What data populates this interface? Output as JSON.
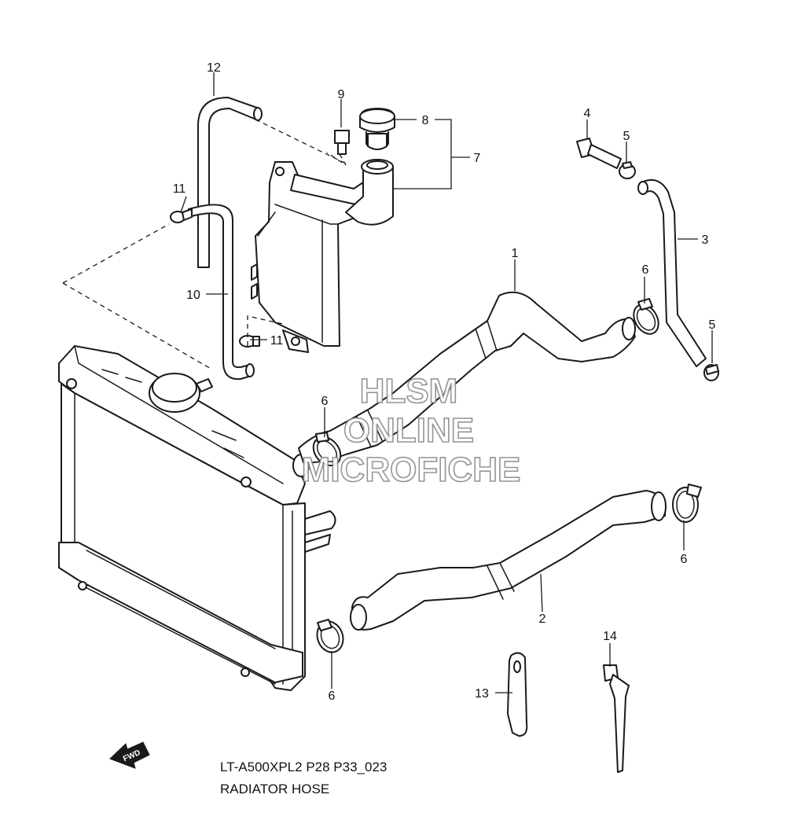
{
  "diagram": {
    "code": "LT-A500XPL2 P28 P33_023",
    "title": "RADIATOR HOSE",
    "direction_label": "FWD",
    "callouts": {
      "c1": "1",
      "c2": "2",
      "c3": "3",
      "c4": "4",
      "c5a": "5",
      "c5b": "5",
      "c6a": "6",
      "c6b": "6",
      "c6c": "6",
      "c6d": "6",
      "c7": "7",
      "c8": "8",
      "c9": "9",
      "c10": "10",
      "c11a": "11",
      "c11b": "11",
      "c12": "12",
      "c13": "13",
      "c14": "14"
    }
  },
  "watermark": {
    "line1": "HLSM",
    "line2": "ONLINE",
    "line3": "MICROFICHE"
  }
}
